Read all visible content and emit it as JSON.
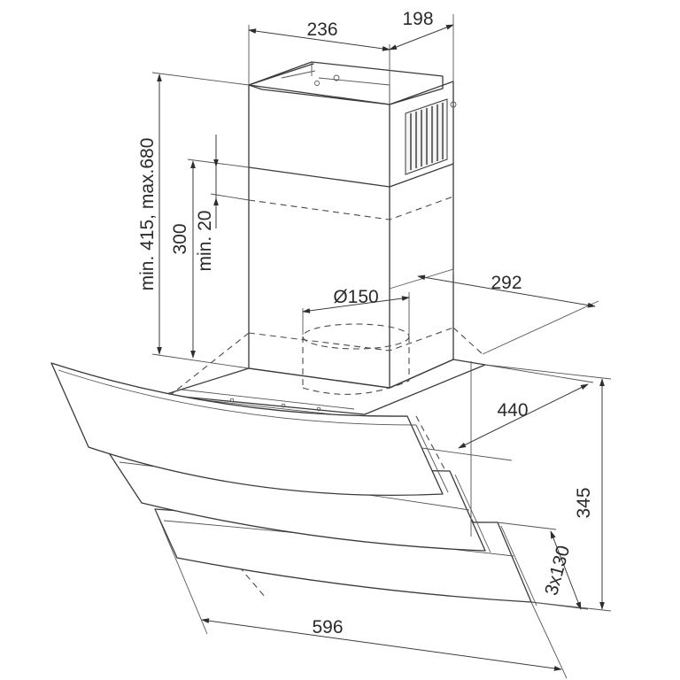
{
  "dimensions": {
    "chimney_width": "236",
    "chimney_depth": "198",
    "chimney_height_range": "min. 415, max.680",
    "height_300": "300",
    "min_gap": "min. 20",
    "outlet_diameter": "Ø150",
    "depth_top": "292",
    "depth_mid": "440",
    "total_height": "345",
    "glass_panels": "3x130",
    "width": "596"
  }
}
